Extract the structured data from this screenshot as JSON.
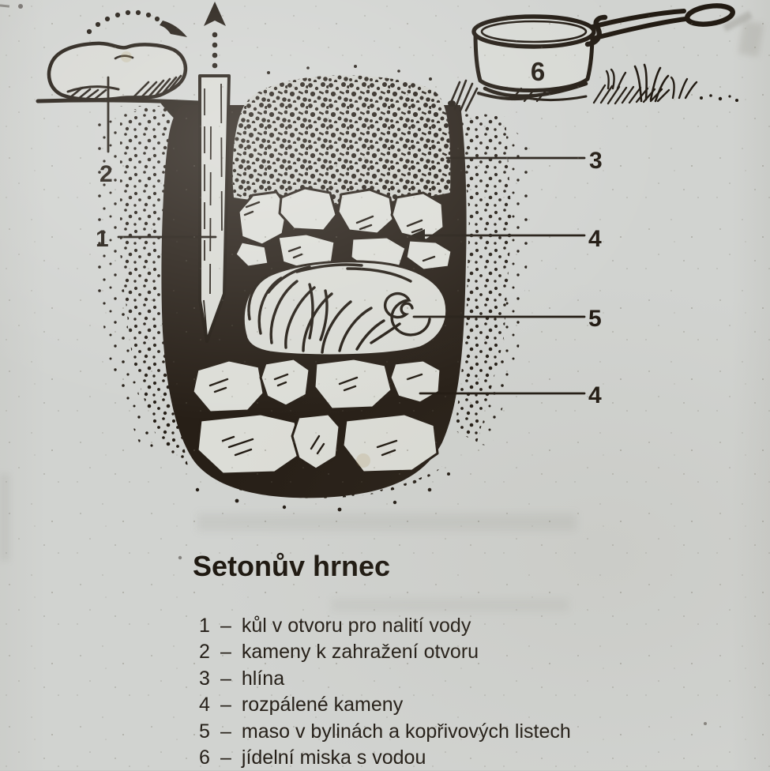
{
  "page": {
    "kind": "scanned book page with labeled illustration",
    "paper_color": "#d1d3d0",
    "ink_color": "#221b13"
  },
  "title": "Setonův hrnec",
  "legend": {
    "separator": "–",
    "items": [
      {
        "number": "1",
        "label": "kůl v otvoru pro nalití vody"
      },
      {
        "number": "2",
        "label": "kameny k zahražení otvoru"
      },
      {
        "number": "3",
        "label": "hlína"
      },
      {
        "number": "4",
        "label": "rozpálené kameny"
      },
      {
        "number": "5",
        "label": "maso v bylinách a kopřivových listech"
      },
      {
        "number": "6",
        "label": "jídelní miska s vodou"
      }
    ]
  },
  "diagram": {
    "description": "cross-section of an earth cooking pit (Seton's pot)",
    "callouts": {
      "stake": "1",
      "stone_plug": "2",
      "soil": "3",
      "upper_hot_stones": "4",
      "meat_bundle": "5",
      "lower_hot_stones": "4",
      "water_bowl": "6"
    }
  }
}
